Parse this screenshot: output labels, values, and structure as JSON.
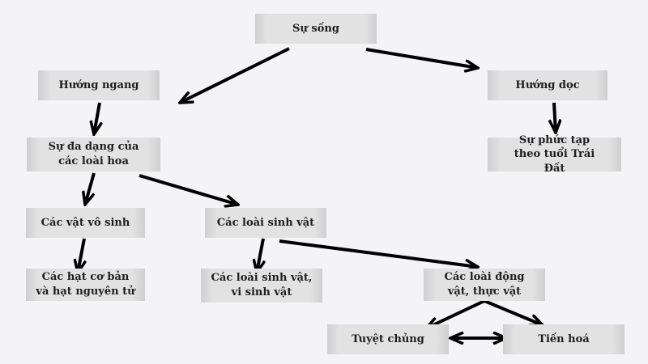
{
  "diagram": {
    "nodes": [
      {
        "id": "su-song",
        "label": "Sự sống"
      },
      {
        "id": "huong-ngang",
        "label": "Hướng ngang"
      },
      {
        "id": "huong-doc",
        "label": "Hướng dọc"
      },
      {
        "id": "su-da-dang",
        "label": "Sự đa dạng của các loài hoa"
      },
      {
        "id": "su-phuc-tap",
        "label": "Sự phức tạp theo tuổi Trái Đất"
      },
      {
        "id": "vat-vo-sinh",
        "label": "Các vật vô sinh"
      },
      {
        "id": "loai-sinh-vat",
        "label": "Các loài sinh vật"
      },
      {
        "id": "hat-co-ban",
        "label": "Các hạt cơ bản và hạt nguyên tử"
      },
      {
        "id": "vi-sinh-vat",
        "label": "Các loài sinh vật, vi sinh vật"
      },
      {
        "id": "dong-thuc-vat",
        "label": "Các loài động vật, thực vật"
      },
      {
        "id": "tuyet-chung",
        "label": "Tuyệt chủng"
      },
      {
        "id": "tien-hoa",
        "label": "Tiến hoá"
      }
    ],
    "edges": [
      {
        "from": "su-song",
        "to": "huong-ngang"
      },
      {
        "from": "su-song",
        "to": "huong-doc"
      },
      {
        "from": "huong-ngang",
        "to": "su-da-dang"
      },
      {
        "from": "huong-doc",
        "to": "su-phuc-tap"
      },
      {
        "from": "su-da-dang",
        "to": "vat-vo-sinh"
      },
      {
        "from": "su-da-dang",
        "to": "loai-sinh-vat"
      },
      {
        "from": "vat-vo-sinh",
        "to": "hat-co-ban"
      },
      {
        "from": "loai-sinh-vat",
        "to": "vi-sinh-vat"
      },
      {
        "from": "loai-sinh-vat",
        "to": "dong-thuc-vat"
      },
      {
        "from": "dong-thuc-vat",
        "to": "tuyet-chung"
      },
      {
        "from": "dong-thuc-vat",
        "to": "tien-hoa"
      },
      {
        "from": "tuyet-chung",
        "to": "tien-hoa",
        "bidirectional": true
      }
    ]
  }
}
